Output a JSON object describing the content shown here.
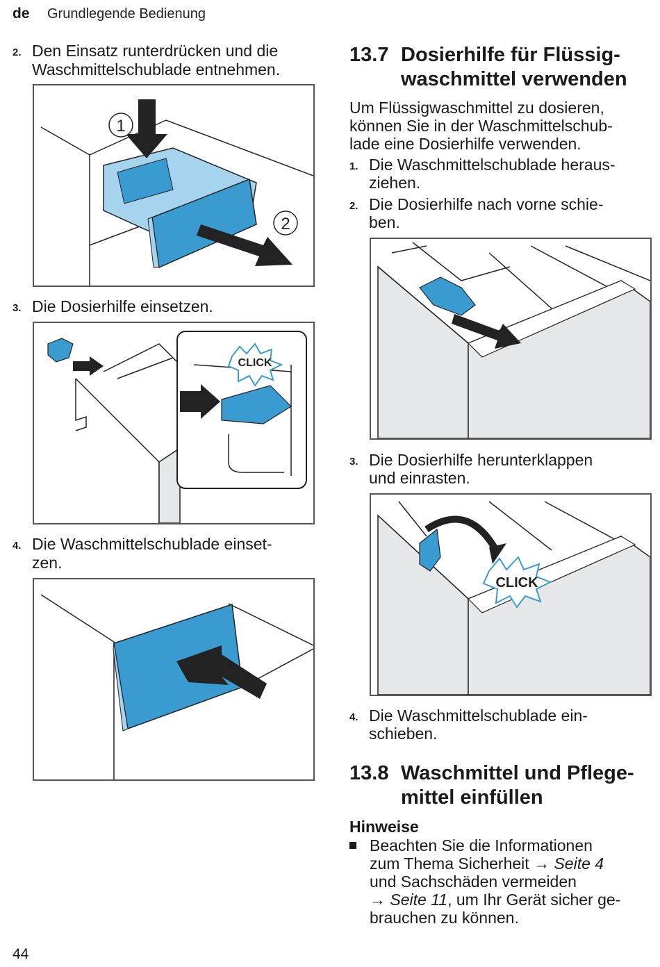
{
  "header": {
    "lang": "de",
    "title": "Grundlegende Bedienung"
  },
  "left": {
    "step2": {
      "num": "2.",
      "line1": "Den Einsatz runterdrücken und die",
      "line2": "Waschmittelschublade entnehmen."
    },
    "fig1": {
      "marker1": "1",
      "marker2": "2"
    },
    "step3": {
      "num": "3.",
      "line1": "Die Dosierhilfe einsetzen."
    },
    "fig2": {
      "click": "CLICK"
    },
    "step4": {
      "num": "4.",
      "line1": "Die Waschmittelschublade einset-",
      "line2": "zen."
    }
  },
  "right": {
    "sec137": {
      "num": "13.7",
      "line1": "Dosierhilfe für Flüssig-",
      "line2": "waschmittel verwenden"
    },
    "intro": {
      "line1": "Um Flüssigwaschmittel zu dosieren,",
      "line2": "können Sie in der Waschmittelschub-",
      "line3": "lade eine Dosierhilfe verwenden."
    },
    "step1": {
      "num": "1.",
      "line1": "Die Waschmittelschublade heraus-",
      "line2": "ziehen."
    },
    "step2": {
      "num": "2.",
      "line1": "Die Dosierhilfe nach vorne schie-",
      "line2": "ben."
    },
    "step3": {
      "num": "3.",
      "line1": "Die Dosierhilfe herunterklappen",
      "line2": "und einrasten."
    },
    "fig4": {
      "click": "CLICK"
    },
    "step4": {
      "num": "4.",
      "line1": "Die Waschmittelschublade ein-",
      "line2": "schieben."
    },
    "sec138": {
      "num": "13.8",
      "line1": "Waschmittel und Pflege-",
      "line2": "mittel einfüllen"
    },
    "notes": {
      "heading": "Hinweise",
      "l1": "Beachten Sie die Informationen",
      "l2a": "zum Thema Sicherheit → ",
      "l2b": "Seite 4",
      "l3": "und Sachschäden vermeiden",
      "l4a": "→ ",
      "l4b": "Seite 11",
      "l4c": ", um Ihr Gerät sicher ge-",
      "l5": "brauchen zu können."
    }
  },
  "page_number": "44",
  "colors": {
    "accent_blue": "#3a9bd1",
    "light_blue": "#a6d4ee",
    "panel_grey": "#e6e7e8",
    "line": "#222222"
  }
}
